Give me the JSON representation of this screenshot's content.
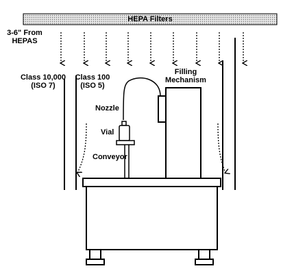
{
  "labels": {
    "hepa": "HEPA Filters",
    "distance_line1": "3-6\" From",
    "distance_line2": "HEPAS",
    "class10000_line1": "Class 10,000",
    "class10000_line2": "(ISO 7)",
    "class100_line1": "Class 100",
    "class100_line2": "(ISO 5)",
    "filling_line1": "Filling",
    "filling_line2": "Mechanism",
    "nozzle": "Nozzle",
    "vial": "Vial",
    "conveyor": "Conveyor"
  },
  "colors": {
    "ink": "#000000",
    "hepa_fill": "#d9d9d9",
    "background": "#ffffff"
  }
}
